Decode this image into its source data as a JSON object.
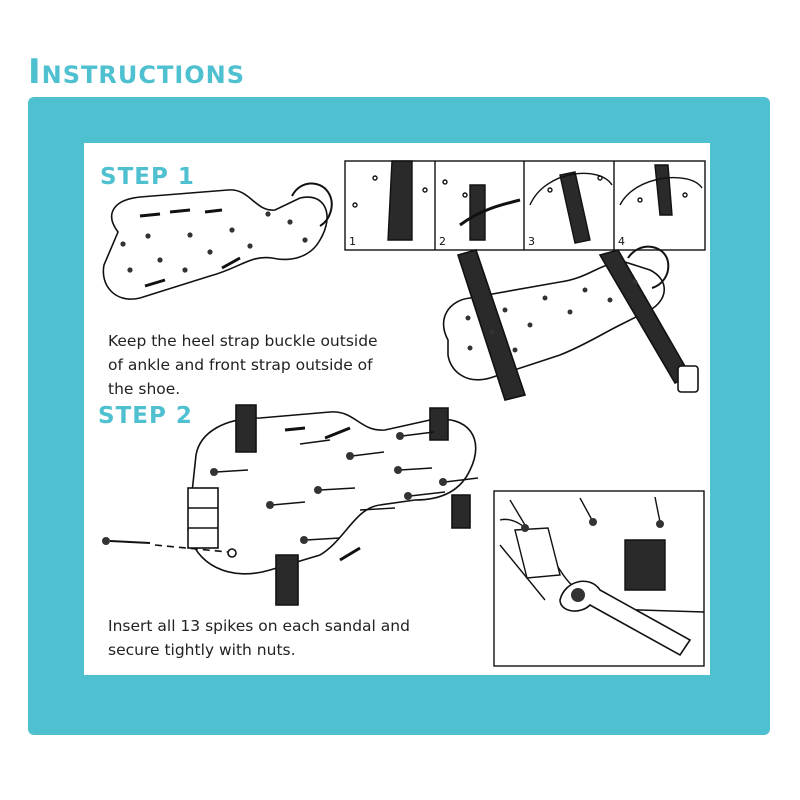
{
  "title": "Instructions",
  "step1": {
    "label": "STEP 1",
    "text_lines": [
      "Keep the heel strap buckle outside",
      "of ankle and front strap outside of",
      "the shoe."
    ],
    "figure_numbers": [
      "1",
      "2",
      "3",
      "4"
    ]
  },
  "step2": {
    "label": "STEP 2",
    "text_lines": [
      "Insert all 13 spikes on each sandal and",
      "secure tightly with nuts."
    ]
  },
  "colors": {
    "accent": "#4ec0cf",
    "panel": "#ffffff",
    "ink": "#222222"
  },
  "icons": [
    "sandal-sole-illustration",
    "strap-threading-illustration",
    "strapped-sandal-illustration",
    "spiked-sandal-illustration",
    "wrench-detail-illustration"
  ]
}
